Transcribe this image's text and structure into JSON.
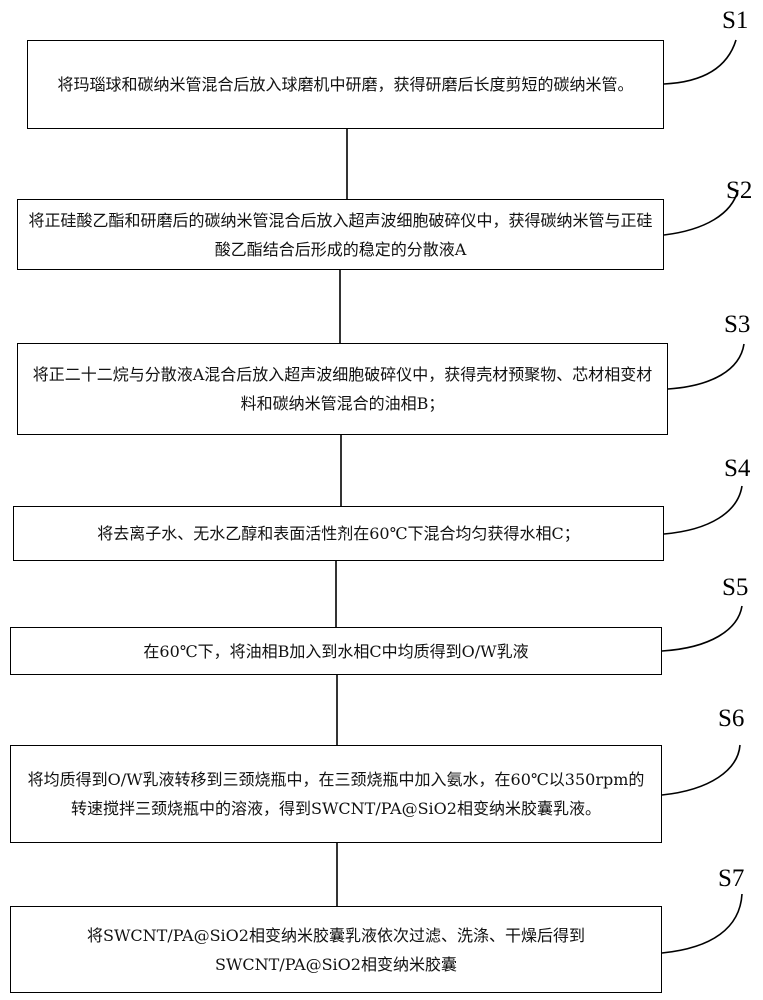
{
  "flowchart": {
    "steps": [
      {
        "label": "S1",
        "text": "将玛瑙球和碳纳米管混合后放入球磨机中研磨，获得研磨后长度剪短的碳纳米管。"
      },
      {
        "label": "S2",
        "text": "将正硅酸乙酯和研磨后的碳纳米管混合后放入超声波细胞破碎仪中，获得碳纳米管与正硅酸乙酯结合后形成的稳定的分散液A"
      },
      {
        "label": "S3",
        "text": "将正二十二烷与分散液A混合后放入超声波细胞破碎仪中，获得壳材预聚物、芯材相变材料和碳纳米管混合的油相B；"
      },
      {
        "label": "S4",
        "text": "将去离子水、无水乙醇和表面活性剂在60℃下混合均匀获得水相C；"
      },
      {
        "label": "S5",
        "text": "在60℃下，将油相B加入到水相C中均质得到O/W乳液"
      },
      {
        "label": "S6",
        "text": "将均质得到O/W乳液转移到三颈烧瓶中，在三颈烧瓶中加入氨水，在60℃以350rpm的转速搅拌三颈烧瓶中的溶液，得到SWCNT/PA@SiO2相变纳米胶囊乳液。"
      },
      {
        "label": "S7",
        "text": "将SWCNT/PA@SiO2相变纳米胶囊乳液依次过滤、洗涤、干燥后得到SWCNT/PA@SiO2相变纳米胶囊"
      }
    ]
  }
}
